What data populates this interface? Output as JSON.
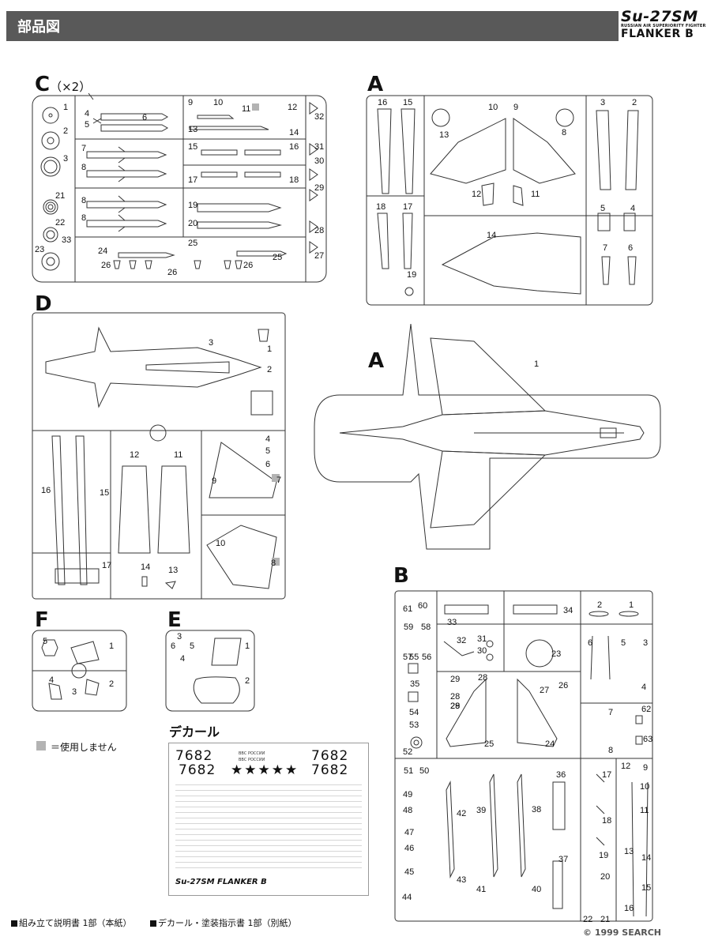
{
  "header": {
    "title": "部品図",
    "model": "Su-27SM",
    "subtitle": "RUSSIAN AIR SUPERIORITY FIGHTER",
    "name": "FLANKER B"
  },
  "sprues": {
    "c": "C",
    "c_count": "（×2）",
    "a_top": "A",
    "d": "D",
    "a_big": "A",
    "b": "B",
    "f": "F",
    "e": "E"
  },
  "decal": {
    "title": "デカール",
    "numbers": [
      "7682",
      "7682",
      "7682",
      "7682"
    ],
    "text_a": "ВВС РОССИИ",
    "text_b": "ВВС РОССИИ",
    "footer": "Su-27SM FLANKER B"
  },
  "legend": {
    "text": "＝使用しません"
  },
  "footer": {
    "item1": "組み立て説明書 1部（本紙）",
    "item2": "デカール・塗装指示書 1部（別紙）"
  },
  "watermark": "© 1999 SEARCH",
  "colors": {
    "header_bg": "#595959",
    "unused_gray": "#b3b3b3",
    "line": "#333333"
  },
  "part_numbers": {
    "c": [
      "1",
      "2",
      "3",
      "4",
      "5",
      "6",
      "7",
      "8",
      "8",
      "8",
      "9",
      "10",
      "11",
      "12",
      "13",
      "14",
      "15",
      "16",
      "17",
      "18",
      "19",
      "20",
      "21",
      "22",
      "23",
      "24",
      "25",
      "25",
      "26",
      "26",
      "26",
      "27",
      "28",
      "29",
      "30",
      "31",
      "32",
      "33"
    ],
    "a": [
      "1",
      "2",
      "3",
      "4",
      "5",
      "6",
      "7",
      "8",
      "9",
      "10",
      "11",
      "12",
      "13",
      "14",
      "15",
      "16",
      "17",
      "18",
      "19"
    ],
    "d": [
      "1",
      "2",
      "3",
      "4",
      "5",
      "6",
      "7",
      "8",
      "9",
      "10",
      "11",
      "12",
      "13",
      "14",
      "15",
      "16",
      "17"
    ],
    "b": [
      "1",
      "2",
      "3",
      "4",
      "5",
      "6",
      "7",
      "8",
      "9",
      "10",
      "11",
      "12",
      "13",
      "14",
      "15",
      "16",
      "17",
      "18",
      "19",
      "20",
      "21",
      "22",
      "23",
      "24",
      "25",
      "26",
      "27",
      "28",
      "28",
      "28",
      "29",
      "29",
      "30",
      "31",
      "32",
      "33",
      "34",
      "35",
      "36",
      "37",
      "38",
      "39",
      "40",
      "41",
      "42",
      "43",
      "44",
      "45",
      "46",
      "47",
      "48",
      "49",
      "50",
      "51",
      "52",
      "53",
      "54",
      "55",
      "56",
      "57",
      "58",
      "59",
      "60",
      "61",
      "62",
      "63"
    ],
    "f": [
      "1",
      "2",
      "3",
      "4",
      "5"
    ],
    "e": [
      "1",
      "2",
      "3",
      "4",
      "5",
      "6"
    ]
  }
}
